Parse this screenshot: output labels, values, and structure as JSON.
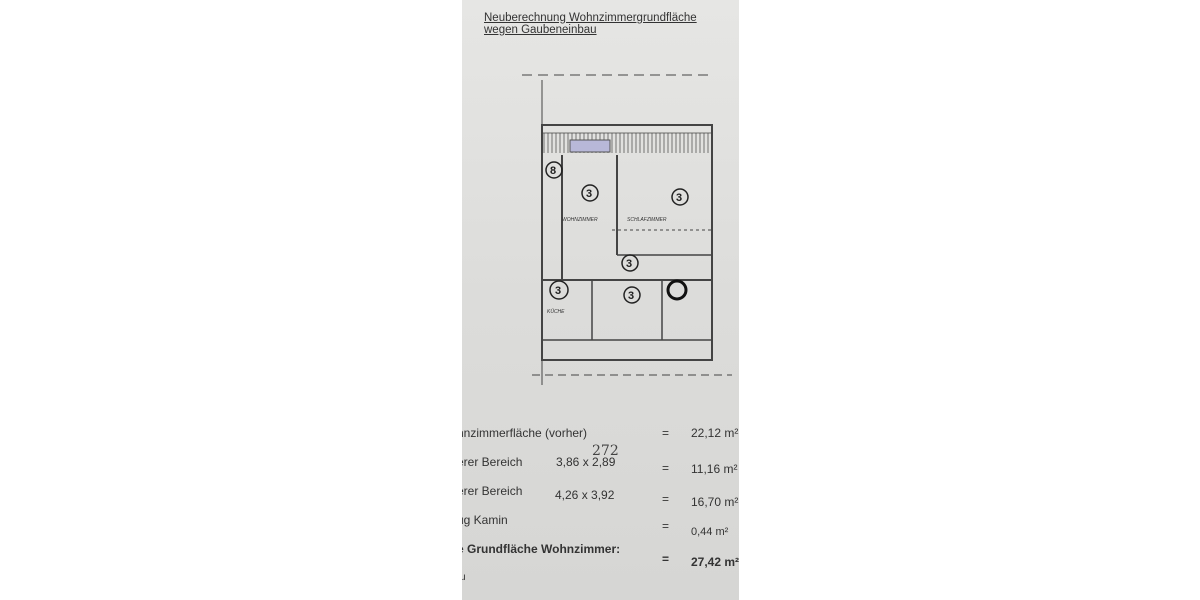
{
  "document": {
    "title_line1": "Neuberechnung Wohnzimmergrundfläche",
    "title_line2": "wegen Gaubeneinbau",
    "plan_labels": {
      "room_numbers": [
        "3",
        "3",
        "3",
        "3",
        "3",
        "8"
      ],
      "wohnzimmer": "WOHNZIMMER",
      "schlafzimmer": "SCHLAFZIMMER",
      "kueche": "KÜCHE"
    },
    "rows": [
      {
        "label": "hnzimmerfläche (vorher)",
        "dims": "",
        "eq": "=",
        "value": "22,12 m²"
      },
      {
        "label": "erer Bereich",
        "dims": "3,86 x 2,89",
        "eq": "=",
        "value": "11,16 m²"
      },
      {
        "label": "erer Bereich",
        "dims": "4,26 x 3,92",
        "eq": "=",
        "value": "16,70 m²"
      },
      {
        "label": "ug Kamin",
        "dims": "",
        "eq": "=",
        "value": "0,44 m²"
      },
      {
        "label": "e Grundfläche Wohnzimmer:",
        "dims": "",
        "eq": "=",
        "value": "27,42 m²"
      }
    ],
    "handwritten_note": "272",
    "footer_fragment": "u"
  }
}
